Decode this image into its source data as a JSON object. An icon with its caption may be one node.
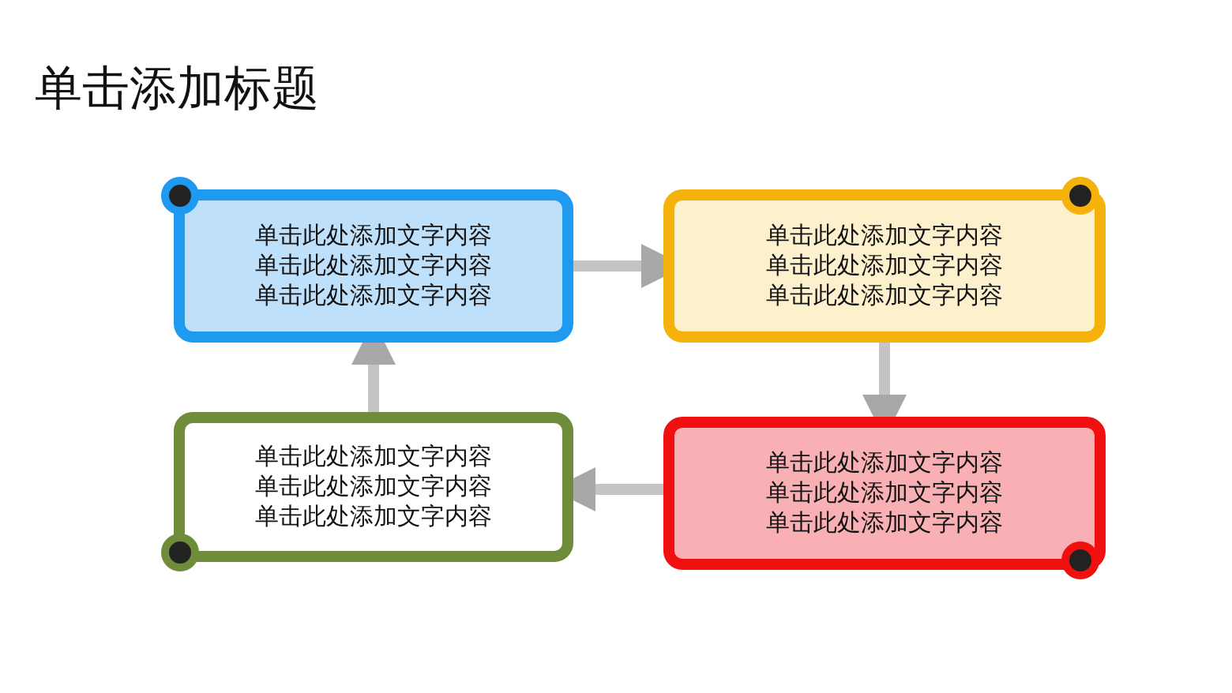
{
  "diagram": {
    "title": "单击添加标题",
    "nodes": [
      {
        "text": [
          "单击此处添加文字内容",
          "单击此处添加文字内容",
          "单击此处添加文字内容"
        ]
      },
      {
        "text": [
          "单击此处添加文字内容",
          "单击此处添加文字内容",
          "单击此处添加文字内容"
        ]
      },
      {
        "text": [
          "单击此处添加文字内容",
          "单击此处添加文字内容",
          "单击此处添加文字内容"
        ]
      },
      {
        "text": [
          "单击此处添加文字内容",
          "单击此处添加文字内容",
          "单击此处添加文字内容"
        ]
      }
    ],
    "edges": [
      {
        "from": 0,
        "to": 1,
        "arrow": "to"
      },
      {
        "from": 1,
        "to": 2,
        "arrow": "to"
      },
      {
        "from": 2,
        "to": 3,
        "arrow": "to"
      },
      {
        "from": 3,
        "to": 0,
        "arrow": "to"
      }
    ]
  }
}
